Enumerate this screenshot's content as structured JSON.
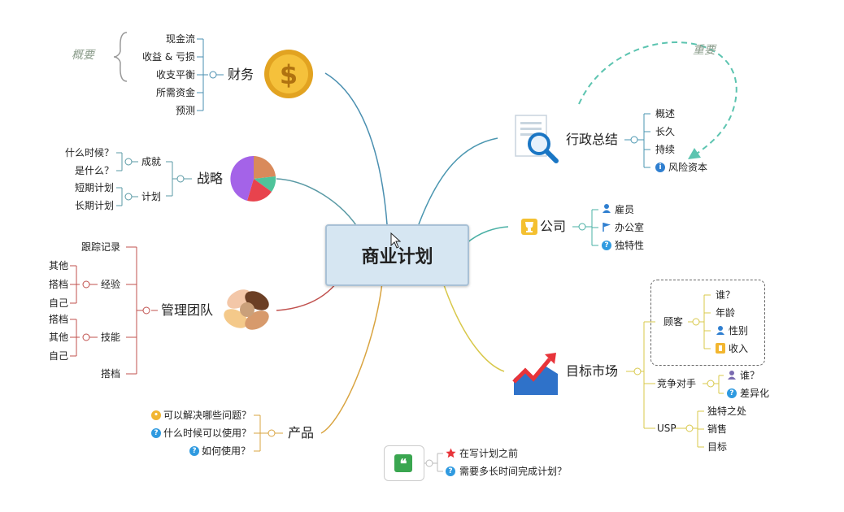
{
  "center": {
    "title": "商业计划"
  },
  "finance": {
    "label": "财务",
    "note": "概要",
    "items": [
      "现金流",
      "收益 & 亏损",
      "收支平衡",
      "所需资金",
      "预测"
    ]
  },
  "strategy": {
    "label": "战略",
    "groups": [
      {
        "label": "成就",
        "items": [
          "什么时候？",
          "是什么？"
        ]
      },
      {
        "label": "计划",
        "items": [
          "短期计划",
          "长期计划"
        ]
      }
    ]
  },
  "team": {
    "label": "管理团队",
    "top": "跟踪记录",
    "bottom": "搭档",
    "groups": [
      {
        "label": "经验",
        "items": [
          "其他",
          "搭档",
          "自己"
        ]
      },
      {
        "label": "技能",
        "items": [
          "搭档",
          "其他",
          "自己"
        ]
      }
    ]
  },
  "product": {
    "label": "产品",
    "items": [
      "可以解决哪些问题？",
      "什么时候可以使用？",
      "如何使用？"
    ]
  },
  "executive": {
    "label": "行政总结",
    "note": "重要",
    "items": [
      "概述",
      "长久",
      "持续",
      "风险资本"
    ]
  },
  "company": {
    "label": "公司",
    "items": [
      "雇员",
      "办公室",
      "独特性"
    ]
  },
  "market": {
    "label": "目标市场",
    "customer": {
      "label": "顾客",
      "items": [
        "谁？",
        "年龄",
        "性别",
        "收入"
      ]
    },
    "competitor": {
      "label": "竞争对手",
      "items": [
        "谁？",
        "差异化"
      ]
    },
    "usp": {
      "label": "USP",
      "items": [
        "独特之处",
        "销售",
        "目标"
      ]
    }
  },
  "quote": {
    "items": [
      "在写计划之前",
      "需要多长时间完成计划？"
    ]
  },
  "colors": {
    "finance": "#4a8fb0",
    "strategy": "#5a9aa5",
    "team": "#c0504d",
    "product": "#d9a440",
    "executive": "#4a96b0",
    "company": "#4ab0a5",
    "market": "#d8c84a",
    "dashed_arrow": "#5cc4b0"
  }
}
